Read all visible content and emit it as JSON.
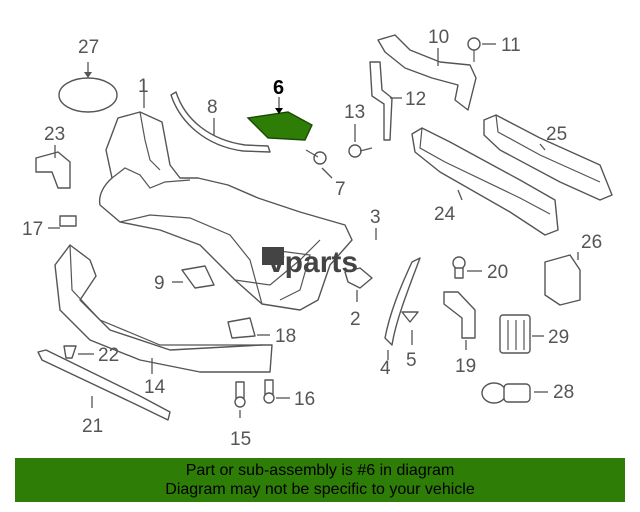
{
  "watermark": "vparts",
  "highlight": {
    "label": "6",
    "color": "#2e7d07"
  },
  "callouts": {
    "c1": "1",
    "c2": "2",
    "c3": "3",
    "c4": "4",
    "c5": "5",
    "c7": "7",
    "c8": "8",
    "c9": "9",
    "c10": "10",
    "c11": "11",
    "c12": "12",
    "c13": "13",
    "c14": "14",
    "c15": "15",
    "c16": "16",
    "c17": "17",
    "c18": "18",
    "c19": "19",
    "c20": "20",
    "c21": "21",
    "c22": "22",
    "c23": "23",
    "c24": "24",
    "c25": "25",
    "c26": "26",
    "c27": "27",
    "c28": "28",
    "c29": "29"
  },
  "banner": {
    "line1": "Part or sub-assembly is #6 in diagram",
    "line2": "Diagram may not be specific to your vehicle",
    "color": "#2e7d07"
  }
}
